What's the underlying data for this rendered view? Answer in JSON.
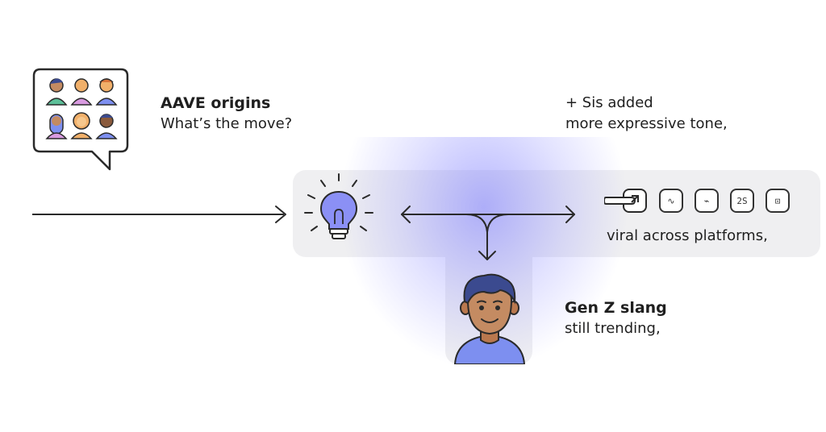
{
  "aave": {
    "title": "AAVE origins",
    "text": "What’s the move?"
  },
  "sis": {
    "line1": "+ Sis added",
    "line2": "more expressive tone,"
  },
  "viral": {
    "text": "viral across platforms,"
  },
  "genz": {
    "title": "Gen Z slang",
    "text": "still trending,"
  },
  "icons": {
    "speech_bubble": "group-speech-bubble-icon",
    "bulb": "lightbulb-icon",
    "person": "person-avatar-icon",
    "apps": [
      "pointer-app-icon",
      "wave-app-icon",
      "squiggle-app-icon",
      "2s-app-icon",
      "box-app-icon"
    ]
  },
  "app_icon_glyphs": [
    "∿",
    "⌁",
    "2S",
    "⊡"
  ],
  "colors": {
    "accent": "#8b90f5",
    "band": "#efeff1",
    "line": "#2a2a2a"
  }
}
